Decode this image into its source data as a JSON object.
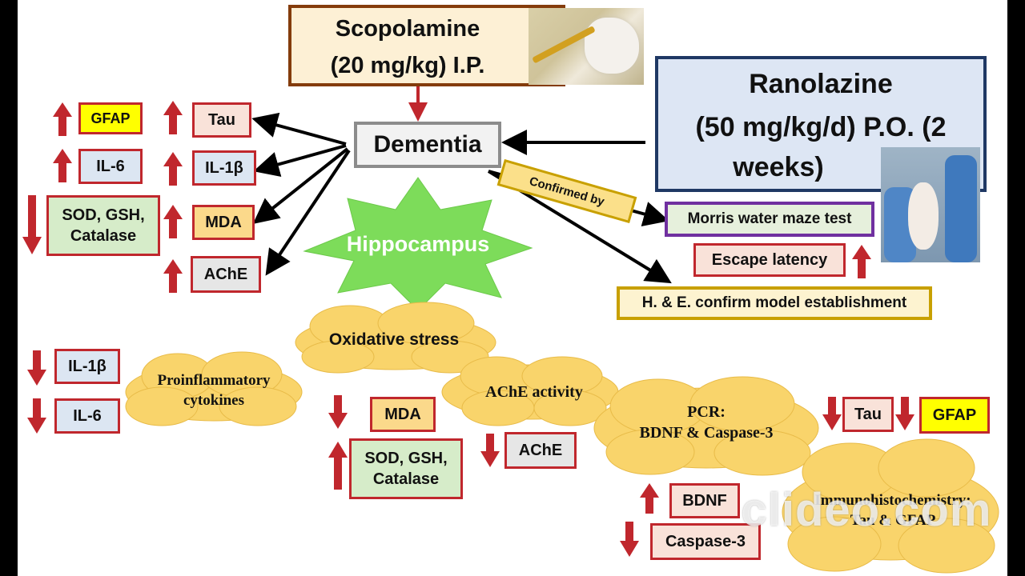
{
  "top": {
    "scopolamine": "Scopolamine",
    "scopolamine_dose": "(20 mg/kg) I.P.",
    "ranolazine": "Ranolazine",
    "ranolazine_dose": "(50 mg/kg/d) P.O. (2",
    "ranolazine_weeks": "weeks)",
    "dementia": "Dementia",
    "hippocampus": "Hippocampus",
    "confirmed_by": "Confirmed by",
    "morris": "Morris water maze test",
    "escape": "Escape latency",
    "he": "H. & E. confirm model establishment"
  },
  "left_markers": {
    "gfap": "GFAP",
    "il6": "IL-6",
    "sod_line1": "SOD, GSH,",
    "sod_line2": "Catalase",
    "tau": "Tau",
    "il1b": "IL-1β",
    "mda": "MDA",
    "ache": "AChE"
  },
  "bottom": {
    "il1b": "IL-1β",
    "il6": "IL-6",
    "proinflam_line1": "Proinflammatory",
    "proinflam_line2": "cytokines",
    "oxidative": "Oxidative stress",
    "mda": "MDA",
    "sod_line1": "SOD, GSH,",
    "sod_line2": "Catalase",
    "ache_activity": "AChE activity",
    "ache": "AChE",
    "pcr_line1": "PCR:",
    "pcr_line2": "BDNF & Caspase-3",
    "bdnf": "BDNF",
    "caspase": "Caspase-3",
    "tau": "Tau",
    "gfap": "GFAP",
    "ihc_line1": "Immunohistochemistry:",
    "ihc_line2": "Tau & GFAP"
  },
  "watermark": "clideo.com",
  "colors": {
    "arrow_red": "#c0272d",
    "box_border_red": "#c0272d",
    "ranolazine_border": "#1f3864",
    "morris_border": "#7030a0",
    "gold_border": "#c8a000",
    "cloud_fill": "#f9d46b",
    "star_fill": "#7ddc5a"
  }
}
